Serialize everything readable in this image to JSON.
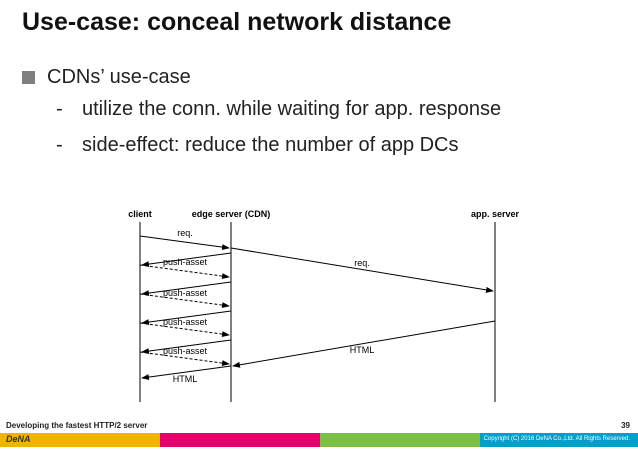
{
  "slide": {
    "title": "Use-case: conceal network distance",
    "bullet": "CDNs’ use-case",
    "sub_bullets": [
      {
        "dash": "-",
        "text": "utilize the conn. while waiting for app. response"
      },
      {
        "dash": "-",
        "text": "side-effect: reduce the number of app DCs"
      }
    ]
  },
  "diagram": {
    "lanes": [
      {
        "label": "client"
      },
      {
        "label": "edge server (CDN)"
      },
      {
        "label": "app. server"
      }
    ],
    "messages": [
      {
        "label": "req.",
        "from": "client",
        "to": "edge",
        "style": "solid"
      },
      {
        "label": "req.",
        "from": "edge",
        "to": "app",
        "style": "solid"
      },
      {
        "label": "push-asset",
        "from": "edge",
        "to": "client",
        "style": "solid"
      },
      {
        "label": "",
        "from": "client",
        "to": "edge",
        "style": "dashed"
      },
      {
        "label": "push-asset",
        "from": "edge",
        "to": "client",
        "style": "solid"
      },
      {
        "label": "",
        "from": "client",
        "to": "edge",
        "style": "dashed"
      },
      {
        "label": "push-asset",
        "from": "edge",
        "to": "client",
        "style": "solid"
      },
      {
        "label": "",
        "from": "client",
        "to": "edge",
        "style": "dashed"
      },
      {
        "label": "push-asset",
        "from": "edge",
        "to": "client",
        "style": "solid"
      },
      {
        "label": "",
        "from": "client",
        "to": "edge",
        "style": "dashed"
      },
      {
        "label": "HTML",
        "from": "app",
        "to": "edge",
        "style": "solid"
      },
      {
        "label": "HTML",
        "from": "edge",
        "to": "client",
        "style": "solid"
      }
    ]
  },
  "footer": {
    "left_text": "Developing the fastest HTTP/2 server",
    "page_number": "39",
    "logo_text": "DeNA",
    "copyright": "Copyright (C) 2016 DeNA Co.,Ltd. All Rights Reserved.",
    "bar_colors": [
      "#f0b400",
      "#e5006e",
      "#7cc043",
      "#00a0c8"
    ]
  }
}
